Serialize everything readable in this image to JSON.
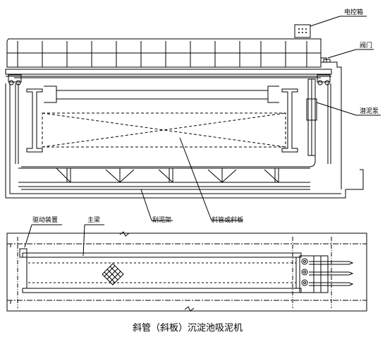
{
  "labels": {
    "control_box": "电控箱",
    "valve": "阀门",
    "pump": "潜泥泵",
    "main_beam": "主梁",
    "drive": "驱动装置",
    "suction_pipe": "刮泥架",
    "inclined_tube": "斜管或斜板"
  },
  "title": "斜管（斜板）沉淀池吸泥机",
  "colors": {
    "line": "#000000",
    "background": "#ffffff"
  }
}
